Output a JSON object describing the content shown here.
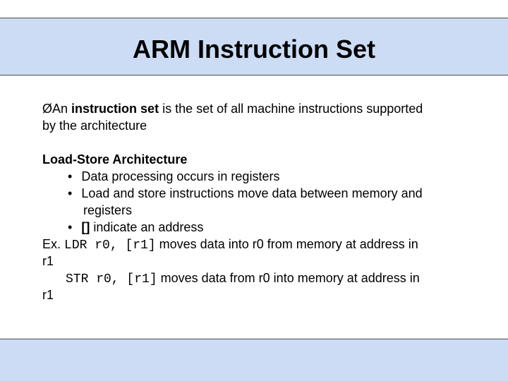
{
  "slide": {
    "title": "ARM Instruction Set",
    "intro": {
      "arrow": "Ø",
      "lead": "An ",
      "term": "instruction set",
      "rest": " is the set of all machine instructions supported",
      "line2": "by the architecture"
    },
    "section_heading": "Load-Store Architecture",
    "bullets": [
      {
        "bullet": "•",
        "text": "Data processing occurs in registers"
      },
      {
        "bullet": "•",
        "text": "Load and store instructions move data between memory and",
        "continuation": "registers"
      },
      {
        "bullet": "•",
        "code": "[]",
        "text": " indicate an address"
      }
    ],
    "examples": {
      "prefix": "Ex.",
      "ldr_code": "LDR r0, [r1]",
      "ldr_text": " moves data into r0 from memory at address in",
      "ldr_cont": "r1",
      "str_code": "STR r0, [r1]",
      "str_text": " moves data from r0 into memory at address in",
      "str_cont": "r1"
    }
  },
  "colors": {
    "band": "#ccdcf5",
    "text": "#000000",
    "border": "#4a4a4a"
  }
}
